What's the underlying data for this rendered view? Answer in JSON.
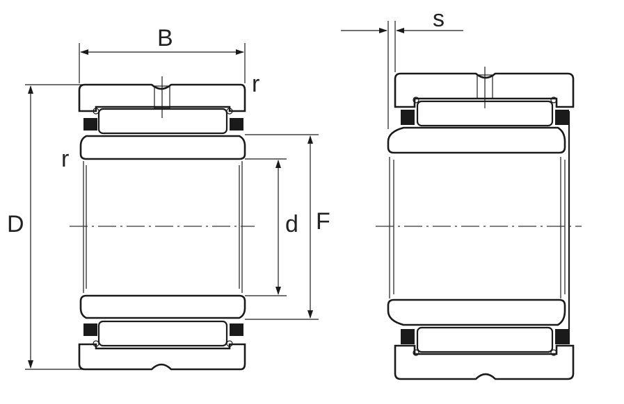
{
  "labels": {
    "B": "B",
    "r_top": "r",
    "r_left": "r",
    "D": "D",
    "d": "d",
    "F": "F",
    "s": "s"
  },
  "colors": {
    "line": "#1a1a1a",
    "background": "#ffffff"
  }
}
